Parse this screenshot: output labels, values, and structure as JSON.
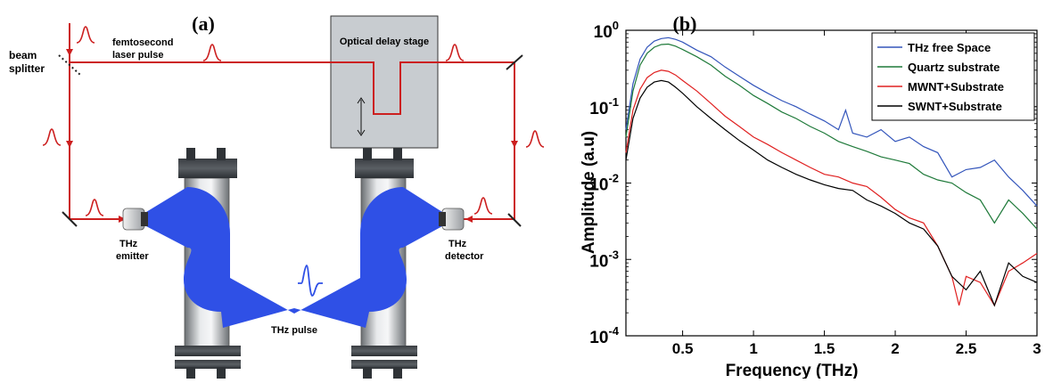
{
  "panel_a": {
    "label": "(a)",
    "beam_splitter_line1": "beam",
    "beam_splitter_line2": "splitter",
    "laser_line1": "femtosecond",
    "laser_line2": "laser pulse",
    "delay_stage": "Optical delay stage",
    "emitter_line1": "THz",
    "emitter_line2": "emitter",
    "detector_line1": "THz",
    "detector_line2": "detector",
    "thz_pulse": "THz pulse",
    "colors": {
      "laser": "#cc1f1f",
      "thz_beam": "#2f50e6",
      "delay_box": "#c8ccd0"
    }
  },
  "panel_b": {
    "label": "(b)",
    "chart_data": {
      "type": "line",
      "xlabel": "Frequency (THz)",
      "ylabel": "Amplitude (a.u)",
      "xlim": [
        0.1,
        3.0
      ],
      "ylim": [
        0.0001,
        1
      ],
      "yscale": "log",
      "xticks": [
        "0.5",
        "1",
        "1.5",
        "2",
        "2.5",
        "3"
      ],
      "yticks": [
        "10^0",
        "10^-1",
        "10^-2",
        "10^-3",
        "10^-4"
      ],
      "legend_position": "top-right",
      "series": [
        {
          "name": "THz free Space",
          "color": "#3355bb",
          "x": [
            0.1,
            0.15,
            0.2,
            0.25,
            0.3,
            0.35,
            0.4,
            0.45,
            0.5,
            0.6,
            0.7,
            0.8,
            0.9,
            1.0,
            1.1,
            1.2,
            1.3,
            1.4,
            1.5,
            1.6,
            1.65,
            1.7,
            1.8,
            1.9,
            2.0,
            2.1,
            2.2,
            2.3,
            2.4,
            2.5,
            2.6,
            2.7,
            2.8,
            2.9,
            3.0
          ],
          "y": [
            0.05,
            0.2,
            0.42,
            0.6,
            0.72,
            0.78,
            0.8,
            0.76,
            0.7,
            0.55,
            0.45,
            0.33,
            0.25,
            0.19,
            0.15,
            0.12,
            0.1,
            0.08,
            0.065,
            0.05,
            0.09,
            0.045,
            0.04,
            0.05,
            0.035,
            0.04,
            0.03,
            0.025,
            0.012,
            0.015,
            0.016,
            0.02,
            0.012,
            0.008,
            0.005
          ]
        },
        {
          "name": "Quartz substrate",
          "color": "#1f7a3a",
          "x": [
            0.1,
            0.15,
            0.2,
            0.25,
            0.3,
            0.35,
            0.4,
            0.45,
            0.5,
            0.6,
            0.7,
            0.8,
            0.9,
            1.0,
            1.1,
            1.2,
            1.3,
            1.4,
            1.5,
            1.6,
            1.7,
            1.8,
            1.9,
            2.0,
            2.1,
            2.2,
            2.3,
            2.4,
            2.5,
            2.6,
            2.7,
            2.8,
            2.9,
            3.0
          ],
          "y": [
            0.04,
            0.16,
            0.35,
            0.5,
            0.6,
            0.65,
            0.66,
            0.62,
            0.56,
            0.45,
            0.35,
            0.25,
            0.19,
            0.14,
            0.11,
            0.085,
            0.07,
            0.055,
            0.045,
            0.035,
            0.03,
            0.026,
            0.022,
            0.02,
            0.018,
            0.013,
            0.011,
            0.01,
            0.0075,
            0.006,
            0.003,
            0.006,
            0.004,
            0.0025
          ]
        },
        {
          "name": "MWNT+Substrate",
          "color": "#e02020",
          "x": [
            0.1,
            0.15,
            0.2,
            0.25,
            0.3,
            0.35,
            0.4,
            0.45,
            0.5,
            0.6,
            0.7,
            0.8,
            0.9,
            1.0,
            1.1,
            1.2,
            1.3,
            1.4,
            1.5,
            1.6,
            1.7,
            1.8,
            1.9,
            2.0,
            2.1,
            2.2,
            2.3,
            2.4,
            2.45,
            2.5,
            2.6,
            2.7,
            2.8,
            2.9,
            3.0
          ],
          "y": [
            0.025,
            0.09,
            0.17,
            0.24,
            0.28,
            0.3,
            0.29,
            0.26,
            0.22,
            0.16,
            0.11,
            0.075,
            0.055,
            0.04,
            0.032,
            0.025,
            0.02,
            0.016,
            0.013,
            0.012,
            0.01,
            0.009,
            0.0065,
            0.0045,
            0.0035,
            0.003,
            0.0015,
            0.0006,
            0.00025,
            0.0006,
            0.0005,
            0.00025,
            0.0007,
            0.0009,
            0.0012
          ]
        },
        {
          "name": "SWNT+Substrate",
          "color": "#000000",
          "x": [
            0.1,
            0.15,
            0.2,
            0.25,
            0.3,
            0.35,
            0.4,
            0.45,
            0.5,
            0.6,
            0.7,
            0.8,
            0.9,
            1.0,
            1.1,
            1.2,
            1.3,
            1.4,
            1.5,
            1.6,
            1.7,
            1.8,
            1.9,
            2.0,
            2.1,
            2.2,
            2.3,
            2.4,
            2.5,
            2.6,
            2.7,
            2.8,
            2.9,
            3.0
          ],
          "y": [
            0.02,
            0.07,
            0.13,
            0.18,
            0.21,
            0.22,
            0.21,
            0.18,
            0.15,
            0.1,
            0.07,
            0.05,
            0.036,
            0.027,
            0.02,
            0.016,
            0.013,
            0.011,
            0.0095,
            0.0085,
            0.008,
            0.006,
            0.005,
            0.004,
            0.003,
            0.0025,
            0.0015,
            0.0006,
            0.0004,
            0.0007,
            0.00025,
            0.0009,
            0.0006,
            0.0005
          ]
        }
      ]
    }
  }
}
